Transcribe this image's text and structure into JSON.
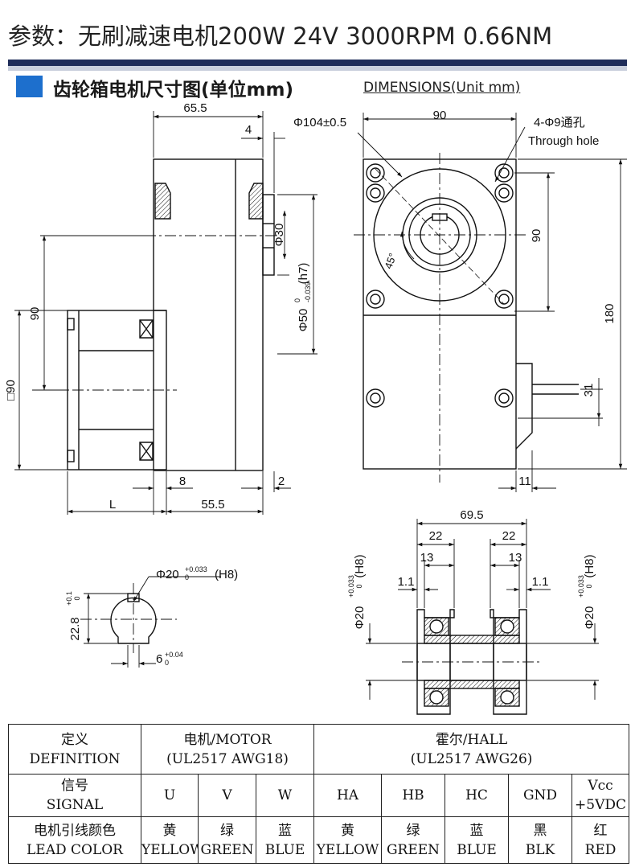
{
  "header": {
    "title": "参数：无刷减速电机200W 24V 3000RPM 0.66NM",
    "section_title_cn": "齿轮箱电机尺寸图(单位mm)",
    "section_title_en": "DIMENSIONS(Unit mm)"
  },
  "colors": {
    "accent_square": "#1d6fcd",
    "bar_dark": "#1f2d59",
    "bar_light": "#c9cfdc"
  },
  "drawing": {
    "side_view": {
      "dim_65_5": "65.5",
      "dim_4": "4",
      "dim_90": "90",
      "dim_sq90": "□90",
      "dim_phi30": "Φ30",
      "dim_phi50": "Φ50",
      "tol_phi50_upper": "0",
      "tol_phi50_lower": "-0.039",
      "fit_phi50": "(h7)",
      "dim_8": "8",
      "dim_2": "2",
      "dim_L": "L",
      "dim_55_5": "55.5"
    },
    "front_view": {
      "dim_phi104": "Φ104±0.5",
      "dim_90_top": "90",
      "hole_label": "4-Φ9通孔",
      "hole_label_en": "Through hole",
      "dim_90_right": "90",
      "dim_180": "180",
      "dim_31": "31",
      "dim_11": "11",
      "angle_45": "45°"
    },
    "keyway": {
      "dim_phi20": "Φ20",
      "tol_phi20_upper": "+0.033",
      "tol_phi20_lower": "0",
      "fit_phi20": "(H8)",
      "dim_22_8": "22.8",
      "tol_22_8_upper": "+0.1",
      "tol_22_8_lower": "0",
      "dim_6": "6",
      "tol_6_upper": "+0.04",
      "tol_6_lower": "0"
    },
    "shaft_section": {
      "dim_69_5": "69.5",
      "dim_22_left": "22",
      "dim_22_right": "22",
      "dim_13_left": "13",
      "dim_13_right": "13",
      "dim_1_1_left": "1.1",
      "dim_1_1_right": "1.1",
      "dim_phi20_left": "Φ20",
      "dim_phi20_right": "Φ20",
      "tol_upper": "+0.033",
      "tol_lower": "0",
      "fit": "(H8)"
    }
  },
  "table": {
    "row1": {
      "label_cn": "定义",
      "label_en": "DEFINITION",
      "motor_cn": "电机/MOTOR",
      "motor_spec": "(UL2517  AWG18)",
      "hall_cn": "霍尔/HALL",
      "hall_spec": "(UL2517  AWG26)"
    },
    "row2": {
      "label_cn": "信号",
      "label_en": "SIGNAL",
      "signals": [
        "U",
        "V",
        "W",
        "HA",
        "HB",
        "HC",
        "GND"
      ],
      "vcc_1": "Vcc",
      "vcc_2": "+5VDC"
    },
    "row3": {
      "label_cn": "电机引线颜色",
      "label_en": "LEAD COLOR",
      "colors": [
        {
          "cn": "黄",
          "en": "YELLOW"
        },
        {
          "cn": "绿",
          "en": "GREEN"
        },
        {
          "cn": "蓝",
          "en": "BLUE"
        },
        {
          "cn": "黄",
          "en": "YELLOW"
        },
        {
          "cn": "绿",
          "en": "GREEN"
        },
        {
          "cn": "蓝",
          "en": "BLUE"
        },
        {
          "cn": "黑",
          "en": "BLK"
        },
        {
          "cn": "红",
          "en": "RED"
        }
      ]
    }
  }
}
